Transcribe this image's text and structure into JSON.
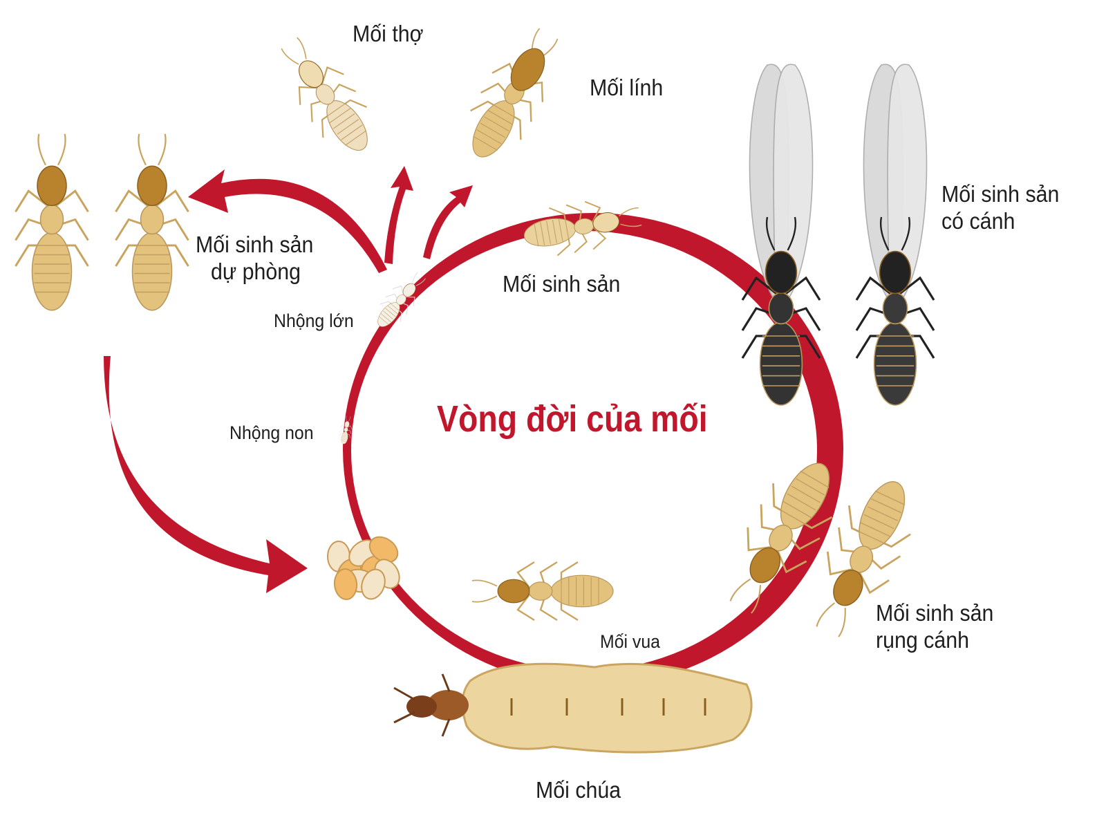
{
  "title": "Vòng đời của mối",
  "colors": {
    "cycle_red": "#c1172c",
    "termite_tan": "#e3c27e",
    "termite_dark": "#b9822c",
    "wing_grey": "#d9d9d9"
  },
  "labels": {
    "worker": "Mối thợ",
    "soldier": "Mối lính",
    "winged_line1": "Mối sinh sản",
    "winged_line2": "có cánh",
    "reserve_line1": "Mối sinh sản",
    "reserve_line2": "dự phòng",
    "reproductive": "Mối sinh sản",
    "large_nymph": "Nhộng lớn",
    "young_nymph": "Nhộng non",
    "dewinged_line1": "Mối sinh sản",
    "dewinged_line2": "rụng cánh",
    "king": "Mối vua",
    "queen": "Mối chúa"
  }
}
